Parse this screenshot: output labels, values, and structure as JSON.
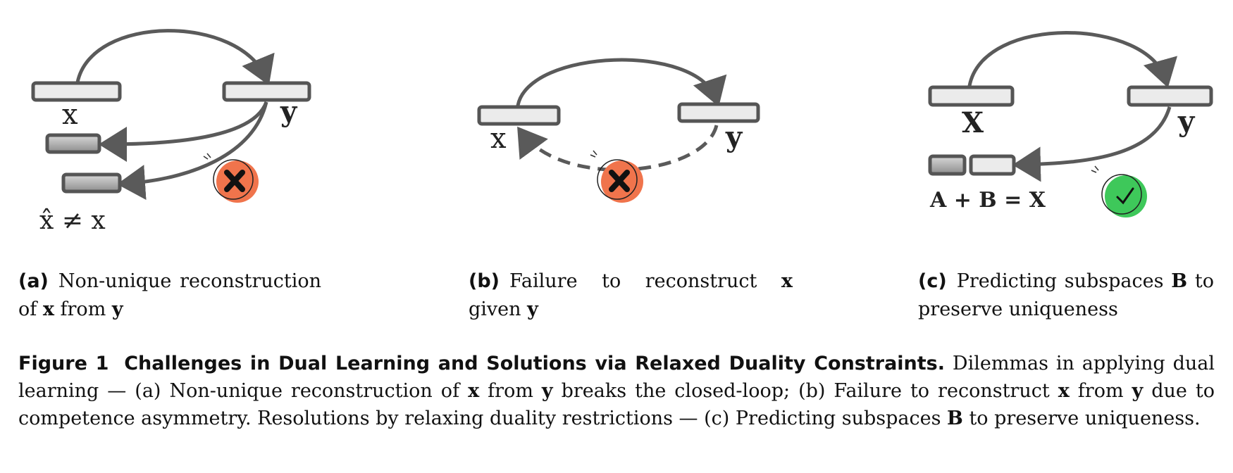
{
  "panel_a": {
    "label_x": "x",
    "label_y": "y",
    "label_neq": "x̂ ≠ x",
    "status_icon": "cross-icon",
    "status_color": "#f0744c"
  },
  "panel_b": {
    "label_x": "x",
    "label_y": "y",
    "status_icon": "cross-icon",
    "status_color": "#f0744c"
  },
  "panel_c": {
    "label_x": "X",
    "label_y": "y",
    "label_eq": "A + B = X",
    "status_icon": "check-icon",
    "status_color": "#3ec85a"
  },
  "subcaptions": {
    "a": {
      "label": "(a)",
      "text_1": "Non-unique reconstruction of ",
      "x": "x",
      "text_2": " from ",
      "y": "y"
    },
    "b": {
      "label": "(b)",
      "text_1": "Failure to reconstruct ",
      "x": "x",
      "text_2": " given ",
      "y": "y"
    },
    "c": {
      "label": "(c)",
      "text_1": "Predicting subspaces ",
      "B": "B",
      "text_2": " to preserve uniqueness"
    }
  },
  "caption": {
    "fig_label": "Figure 1",
    "title": "Challenges in Dual Learning and Solutions via Relaxed Duality Constraints.",
    "s1": " Dilemmas in applying dual learning — (a) Non-unique reconstruction of ",
    "x1": "x",
    "s2": " from ",
    "y1": "y",
    "s3": " breaks the closed-loop; (b) Failure to reconstruct ",
    "x2": "x",
    "s4": " from ",
    "y2": "y",
    "s5": " due to competence asymmetry. Resolutions by relaxing duality restrictions — (c) Predicting subspaces ",
    "B": "B",
    "s6": " to preserve uniqueness."
  },
  "colors": {
    "box_stroke": "#555555",
    "box_fill": "#ebebeb",
    "arrow": "#5a5a5a"
  }
}
